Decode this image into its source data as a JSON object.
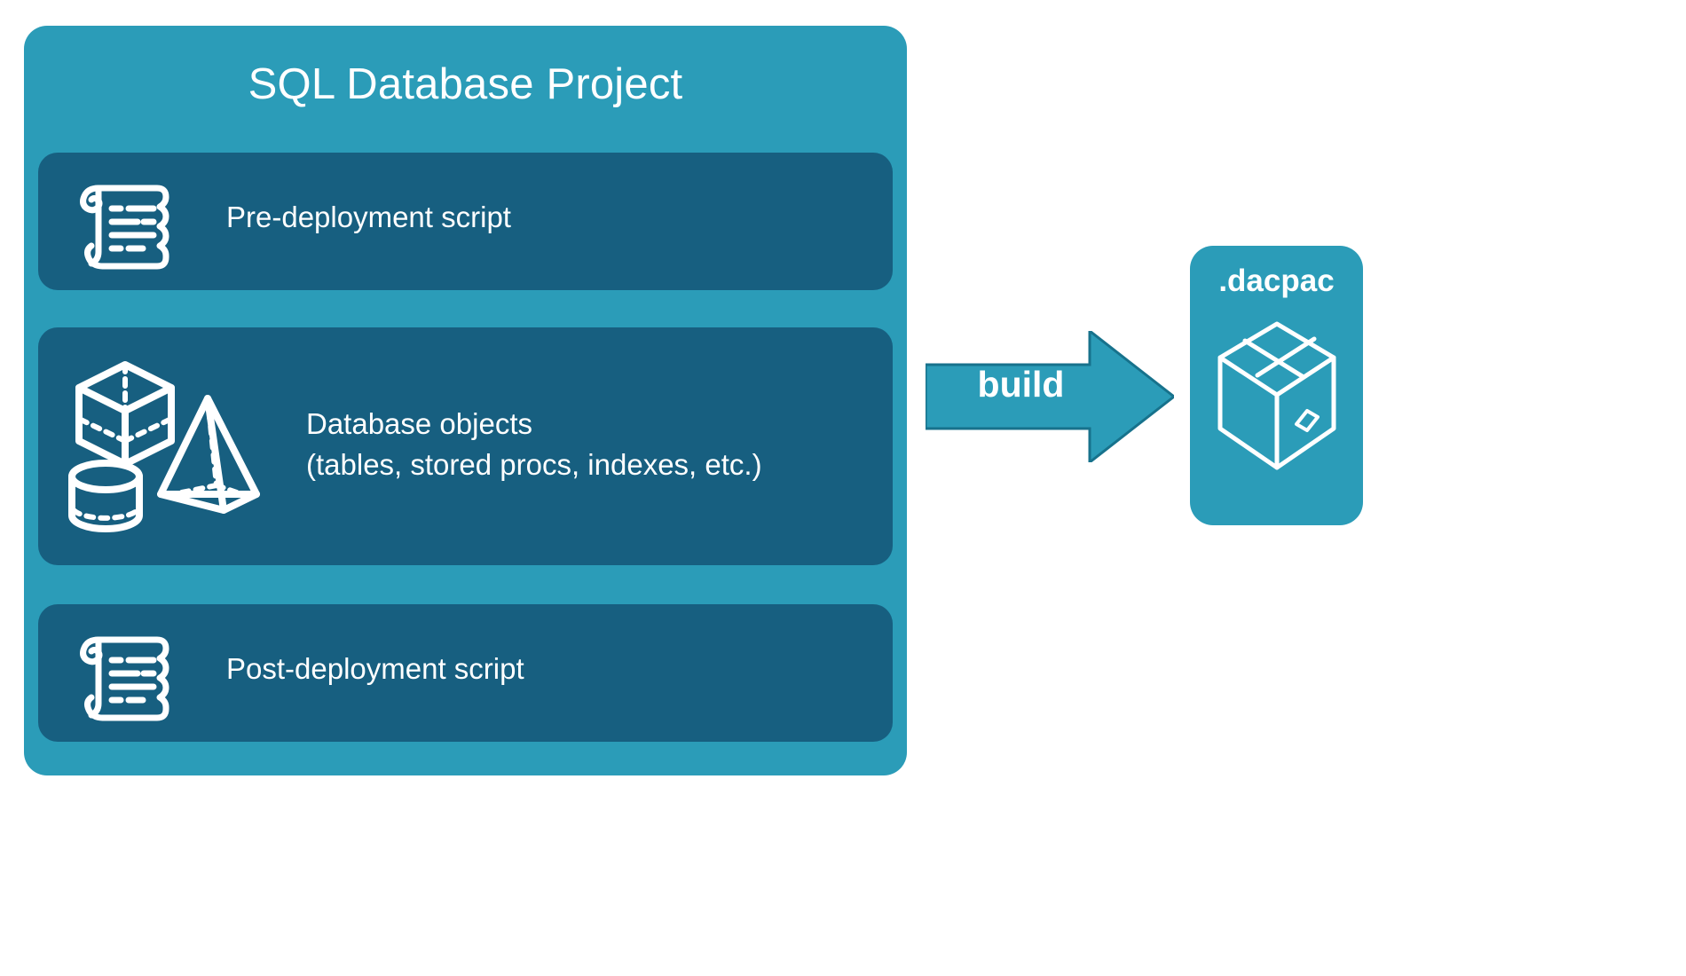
{
  "diagram": {
    "title": "SQL Database Project",
    "background_color": "#ffffff",
    "container_color": "#2B9CB8",
    "card_color": "#175F80",
    "stroke_color": "#ffffff",
    "project": {
      "title": "SQL Database Project",
      "cards": [
        {
          "id": "pre-deployment",
          "label": "Pre-deployment script",
          "icon": "scroll-icon"
        },
        {
          "id": "database-objects",
          "label": "Database objects\n(tables, stored procs, indexes, etc.)",
          "icon": "shapes-icon"
        },
        {
          "id": "post-deployment",
          "label": "Post-deployment script",
          "icon": "scroll-icon"
        }
      ]
    },
    "arrow": {
      "label": "build",
      "direction": "right",
      "color": "#2B9CB8"
    },
    "output": {
      "label": ".dacpac",
      "icon": "package-box-icon",
      "color": "#2B9CB8"
    }
  }
}
